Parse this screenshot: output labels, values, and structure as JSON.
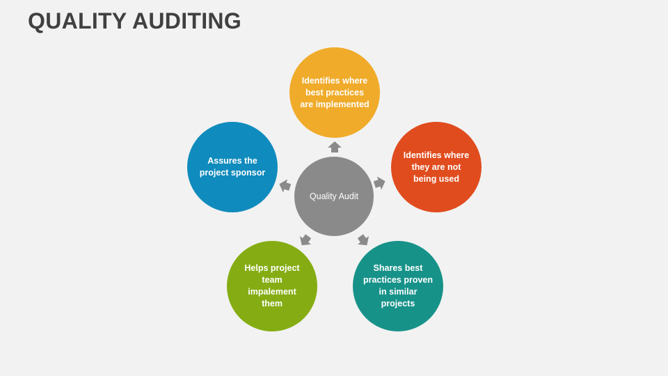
{
  "title": "QUALITY AUDITING",
  "hub": {
    "label": "Quality Audit",
    "color": "#8a8a8a"
  },
  "nodes": [
    {
      "id": "top",
      "lines": [
        "Identifies where",
        "best practices",
        "are implemented"
      ],
      "color": "#f0ab2a"
    },
    {
      "id": "right",
      "lines": [
        "Identifies where",
        "they are not",
        "being used"
      ],
      "color": "#e04c1e"
    },
    {
      "id": "bottom-right",
      "lines": [
        "Shares best",
        "practices proven",
        "in similar",
        "projects"
      ],
      "color": "#179289"
    },
    {
      "id": "bottom-left",
      "lines": [
        "Helps project",
        "team",
        "impalement",
        "them"
      ],
      "color": "#85ad13"
    },
    {
      "id": "left",
      "lines": [
        "Assures the",
        "project sponsor"
      ],
      "color": "#108bbd"
    }
  ],
  "arrow_color": "#8a8a8a"
}
